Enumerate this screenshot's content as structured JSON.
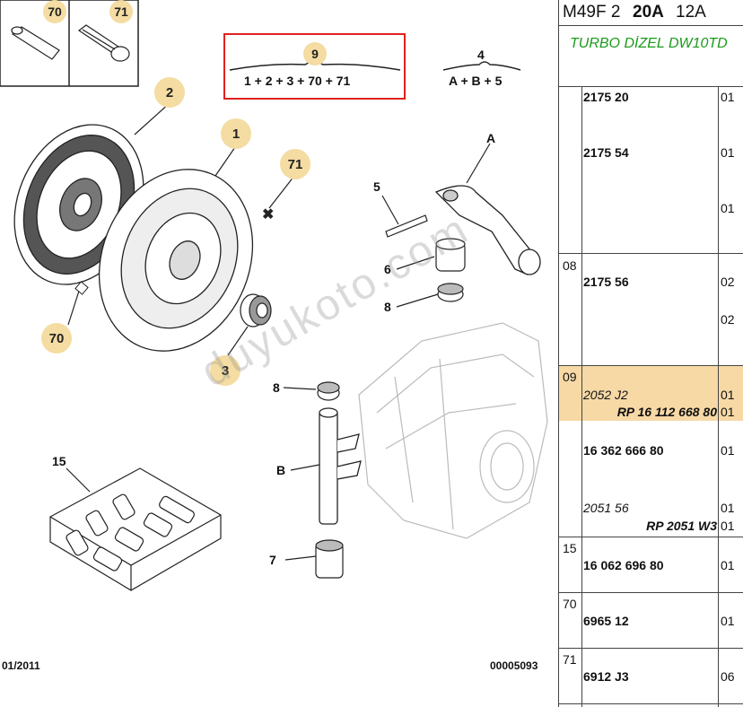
{
  "diagram": {
    "bubbles": [
      "70",
      "71",
      "2",
      "1",
      "71",
      "70",
      "3",
      "9"
    ],
    "callouts": [
      "4",
      "A",
      "5",
      "6",
      "8",
      "8",
      "B",
      "7",
      "15"
    ],
    "formula_top": "9",
    "formula_bottom": "1 + 2 + 3 + 70 + 71",
    "group_top": "4",
    "group_bottom": "A + B + 5",
    "watermark": "duyukoto.com",
    "footer_left": "01/2011",
    "footer_right": "00005093"
  },
  "panel": {
    "header_part1": "M49F 2",
    "header_part2": "20A",
    "header_part3": "12A",
    "engine": "TURBO DİZEL DW10TD",
    "rows": [
      {
        "num": "",
        "ref": "2175 20",
        "qty": "01"
      },
      {
        "num": "",
        "ref": "2175 54",
        "qty": "01"
      },
      {
        "num": "",
        "ref": "",
        "qty": "01"
      },
      {
        "num": "08",
        "ref": "2175 56",
        "qty": "02"
      },
      {
        "num": "",
        "ref": "",
        "qty": "02"
      },
      {
        "num": "09",
        "ref": "2052 J2",
        "qty": "01"
      },
      {
        "num": "",
        "ref": "RP 16 112 668 80",
        "qty": "01"
      },
      {
        "num": "",
        "ref": "16 362 666 80",
        "qty": "01"
      },
      {
        "num": "",
        "ref": "2051 56",
        "qty": "01"
      },
      {
        "num": "",
        "ref": "RP 2051 W3",
        "qty": "01"
      },
      {
        "num": "15",
        "ref": "16 062 696 80",
        "qty": "01"
      },
      {
        "num": "70",
        "ref": "6965 12",
        "qty": "01"
      },
      {
        "num": "71",
        "ref": "6912 J3",
        "qty": "06"
      }
    ]
  }
}
